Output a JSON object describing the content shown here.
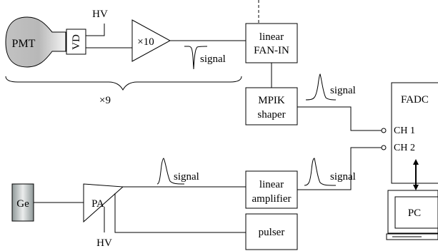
{
  "labels": {
    "pmt": "PMT",
    "vd": "VD",
    "hv_top": "HV",
    "amp_x10": "×10",
    "signal_pmt": "signal",
    "multiplicity": "×9",
    "fanin_line1": "linear",
    "fanin_line2": "FAN-IN",
    "mpik_line1": "MPIK",
    "mpik_line2": "shaper",
    "signal_mpik": "signal",
    "fadc": "FADC",
    "ch1": "CH 1",
    "ch2": "CH 2",
    "ge": "Ge",
    "pa": "PA",
    "signal_pa": "signal",
    "linamp_line1": "linear",
    "linamp_line2": "amplifier",
    "signal_linamp": "signal",
    "pulser": "pulser",
    "hv_bottom": "HV",
    "pc": "PC"
  }
}
